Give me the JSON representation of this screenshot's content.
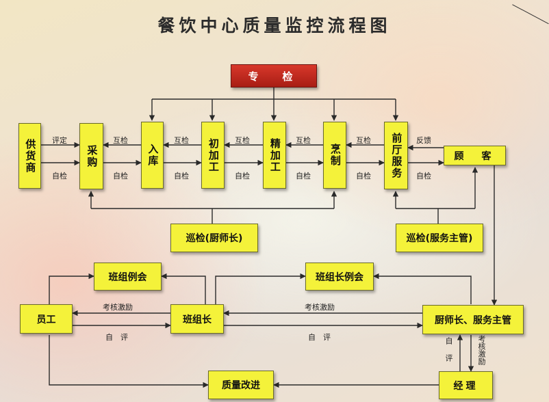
{
  "title": "餐饮中心质量监控流程图",
  "nodes": {
    "zhuanjian": "专　检",
    "gonghuoshang": "供货商",
    "caigou": "采购",
    "ruku": "入库",
    "chujiagong": "初加工",
    "jingjiagong": "精加工",
    "pengzhi": "烹制",
    "qiantingfuwu": "前厅服务",
    "guke": "顾　客",
    "xunjian_chushi": "巡检(厨师长)",
    "xunjian_fuwu": "巡检(服务主管)",
    "banzu_lihui": "班组例会",
    "banzuzhang_lihui": "班组长例会",
    "yuangong": "员工",
    "banzuzhang": "班组长",
    "chushizhang_fuwuzhuguan": "厨师长、服务主管",
    "zhiliang_gaijin": "质量改进",
    "jingli": "经理"
  },
  "labels": {
    "pingding": "评定",
    "zijian_1": "自检",
    "hujian_1": "互检",
    "zijian_2": "自检",
    "hujian_2": "互检",
    "zijian_3": "自检",
    "hujian_3": "互检",
    "zijian_4": "自检",
    "hujian_4": "互检",
    "zijian_5": "自检",
    "hujian_5": "互检",
    "zijian_6": "自检",
    "fankui": "反馈",
    "zijian_7": "自检",
    "kaohe_1": "考核激励",
    "ziping_1": "自　评",
    "kaohe_2": "考核激励",
    "ziping_2": "自　评",
    "ziping_v": "自评",
    "kaohe_v": "考核激励"
  },
  "colors": {
    "box_fill": "#f4f23a",
    "header_fill": "#c0271c",
    "line": "#2a2a2a"
  }
}
